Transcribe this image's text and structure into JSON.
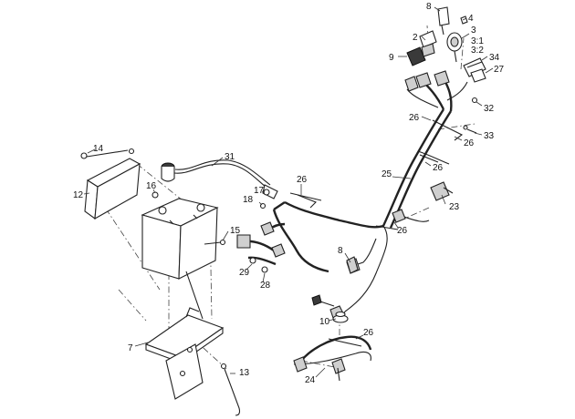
{
  "callouts": {
    "c8a": "8",
    "c4": "4",
    "c2": "2",
    "c3": "3",
    "c3_1": "3:1",
    "c3_2": "3:2",
    "c9": "9",
    "c34": "34",
    "c27": "27",
    "c32": "32",
    "c26a": "26",
    "c26b": "26",
    "c33": "33",
    "c26c": "26",
    "c25": "25",
    "c31": "31",
    "c14": "14",
    "c26d": "26",
    "c16": "16",
    "c17": "17",
    "c18": "18",
    "c12": "12",
    "c23": "23",
    "c26e": "26",
    "c15": "15",
    "c8b": "8",
    "c29": "29",
    "c28": "28",
    "c10": "10",
    "c26f": "26",
    "c7": "7",
    "c24": "24",
    "c13": "13"
  }
}
